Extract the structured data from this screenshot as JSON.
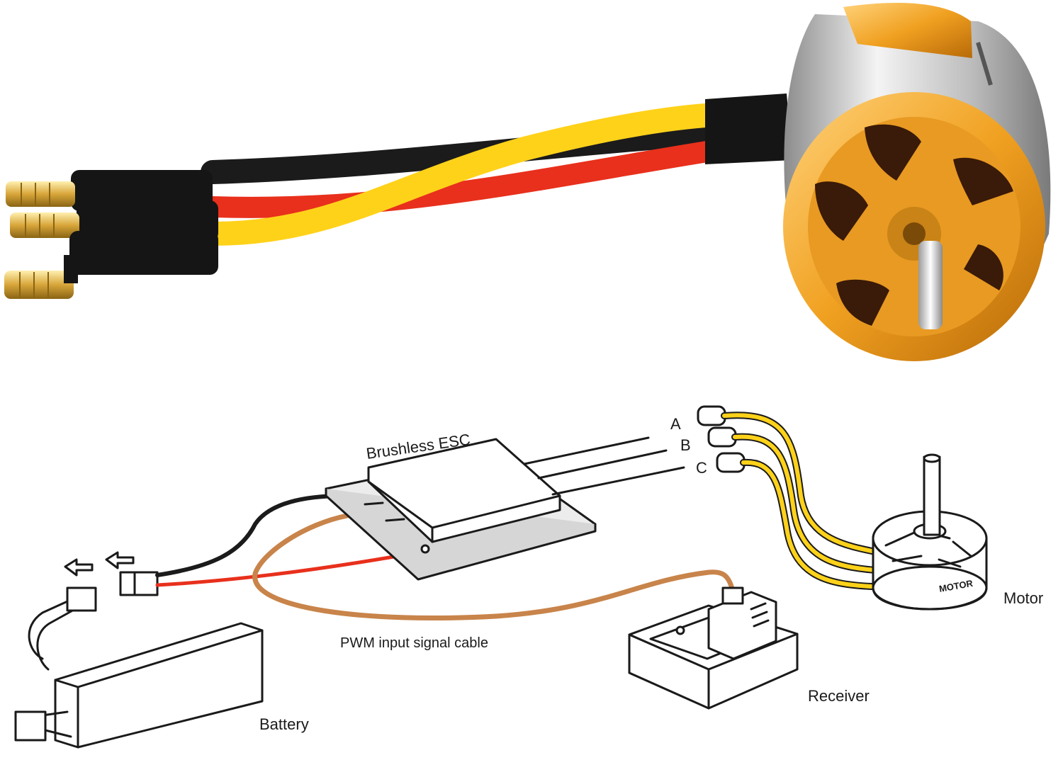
{
  "diagram": {
    "labels": {
      "esc": "Brushless ESC",
      "phase_a": "A",
      "phase_b": "B",
      "phase_c": "C",
      "motor": "Motor",
      "motor_stamp": "MOTOR",
      "pwm_cable": "PWM input signal cable",
      "receiver": "Receiver",
      "battery": "Battery"
    }
  },
  "colors": {
    "wire_yellow": "#ffd21a",
    "wire_red": "#e8301c",
    "wire_black": "#1b1b1b",
    "motor_gold": "#f0a020",
    "signal_cable": "#c8844a"
  },
  "icons": [
    "brushless-motor-photo",
    "esc-icon",
    "battery-icon",
    "receiver-icon",
    "motor-sketch-icon",
    "bullet-connector-icon"
  ]
}
